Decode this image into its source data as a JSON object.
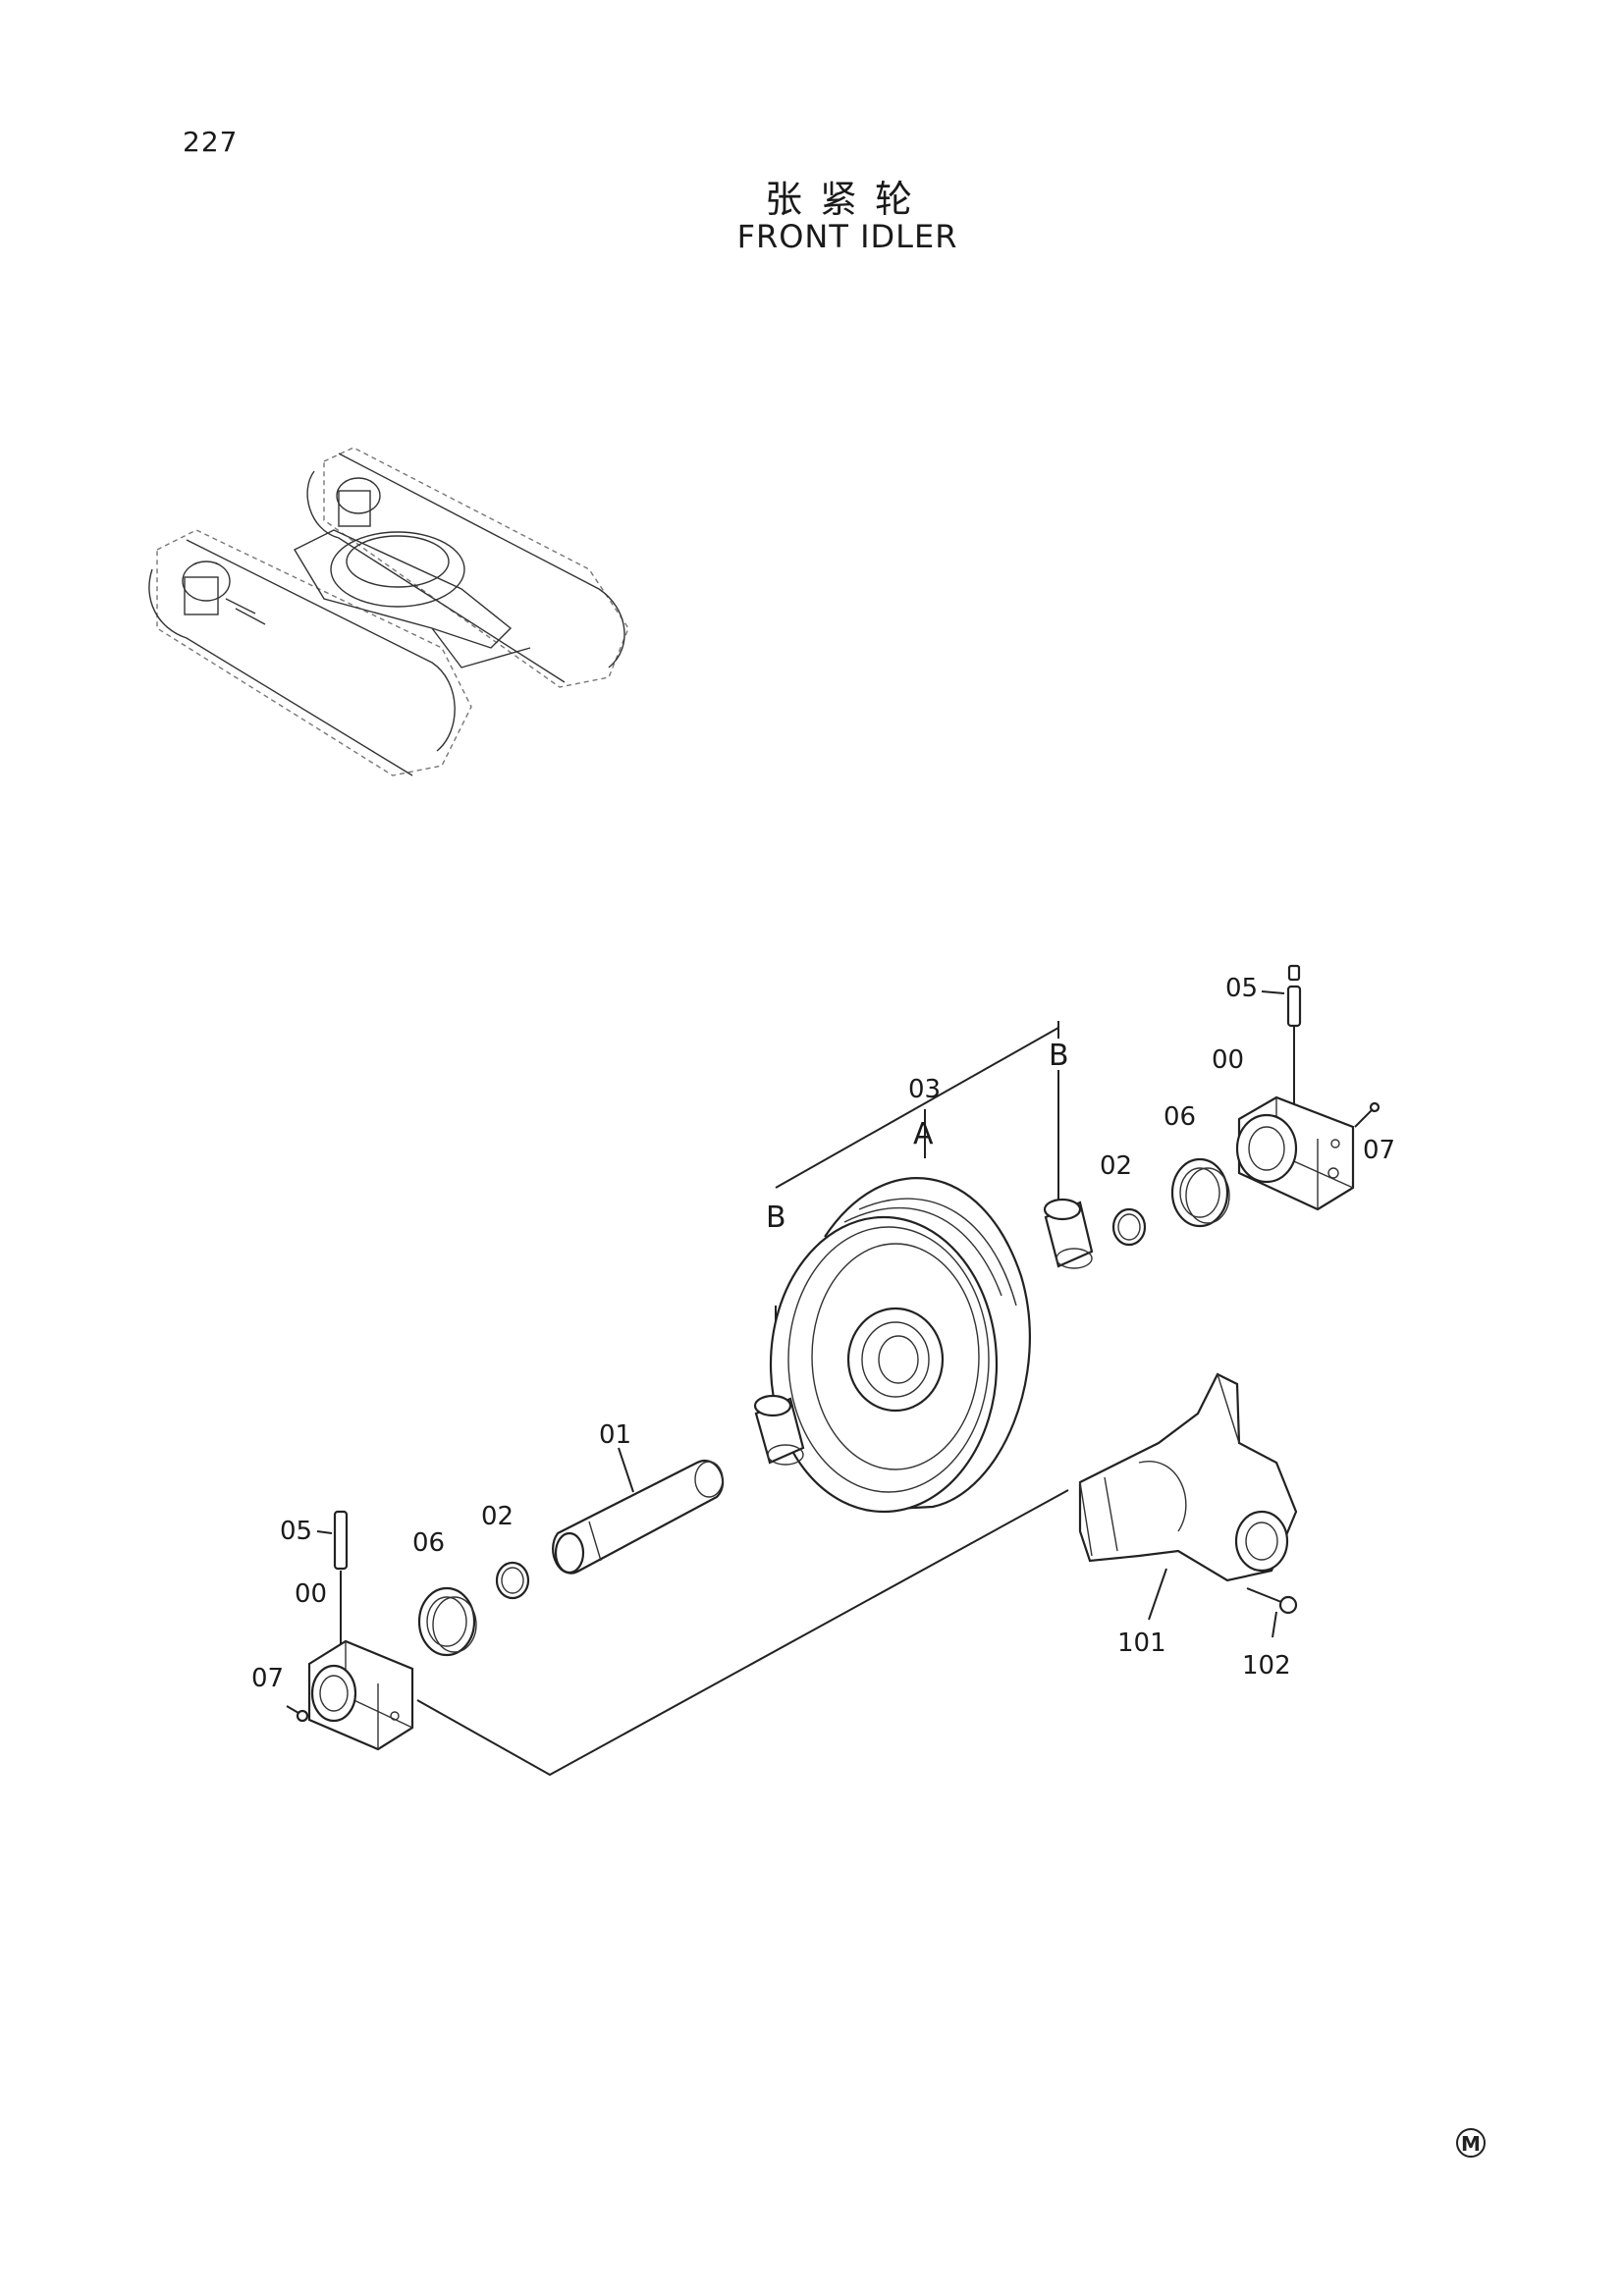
{
  "page_number": "227",
  "title_cn": "张紧轮",
  "title_en": "FRONT IDLER",
  "callouts": {
    "c05_top": "05",
    "c00_top": "00",
    "c07_top": "07",
    "c06_top": "06",
    "c02_top": "02",
    "c03": "03",
    "cA": "A",
    "cB_top": "B",
    "cB_left": "B",
    "c01": "01",
    "c05_bottom": "05",
    "c06_bottom": "06",
    "c02_bottom": "02",
    "c00_bottom": "00",
    "c07_bottom": "07",
    "c101": "101",
    "c102": "102"
  },
  "mark": "M"
}
